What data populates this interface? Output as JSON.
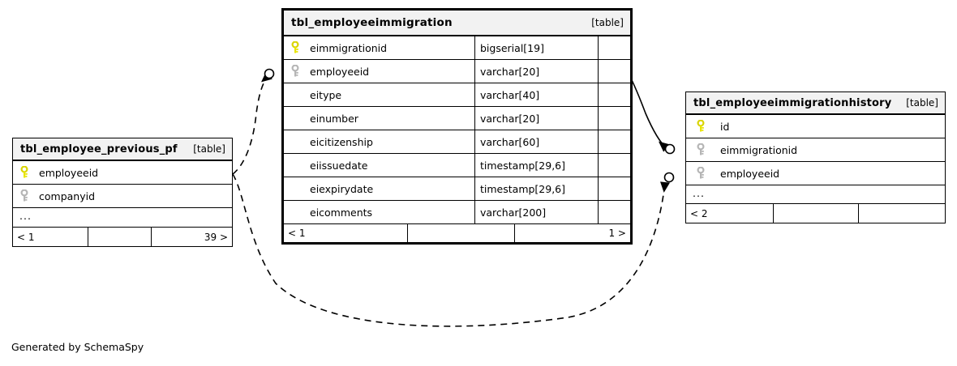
{
  "diagram": {
    "tool": "SchemaSpy",
    "footer_note": "Generated by SchemaSpy",
    "table_tag": "[table]",
    "ellipsis": "...",
    "colors": {
      "primary_key": "#e8e400",
      "foreign_key": "#b5b5b5",
      "header_bg": "#f2f2f2",
      "border": "#000000",
      "background": "#ffffff"
    }
  },
  "tables": [
    {
      "id": "tbl_employee_previous_pf",
      "name": "tbl_employee_previous_pf",
      "tag": "[table]",
      "emphasis": false,
      "columns": [
        {
          "key": "primary-key-icon",
          "name": "employeeid",
          "type": ""
        },
        {
          "key": "foreign-key-icon",
          "name": "companyid",
          "type": ""
        }
      ],
      "has_ellipsis_row": true,
      "footer": {
        "left": "< 1",
        "middle": "",
        "right": "39 >"
      }
    },
    {
      "id": "tbl_employeeimmigration",
      "name": "tbl_employeeimmigration",
      "tag": "[table]",
      "emphasis": true,
      "columns": [
        {
          "key": "primary-key-icon",
          "name": "eimmigrationid",
          "type": "bigserial[19]"
        },
        {
          "key": "foreign-key-icon",
          "name": "employeeid",
          "type": "varchar[20]"
        },
        {
          "key": "none",
          "name": "eitype",
          "type": "varchar[40]"
        },
        {
          "key": "none",
          "name": "einumber",
          "type": "varchar[20]"
        },
        {
          "key": "none",
          "name": "eicitizenship",
          "type": "varchar[60]"
        },
        {
          "key": "none",
          "name": "eiissuedate",
          "type": "timestamp[29,6]"
        },
        {
          "key": "none",
          "name": "eiexpirydate",
          "type": "timestamp[29,6]"
        },
        {
          "key": "none",
          "name": "eicomments",
          "type": "varchar[200]"
        }
      ],
      "has_ellipsis_row": false,
      "footer": {
        "left": "< 1",
        "middle": "",
        "right": "1 >"
      }
    },
    {
      "id": "tbl_employeeimmigrationhistory",
      "name": "tbl_employeeimmigrationhistory",
      "tag": "[table]",
      "emphasis": false,
      "columns": [
        {
          "key": "primary-key-icon",
          "name": "id",
          "type": ""
        },
        {
          "key": "foreign-key-icon",
          "name": "eimmigrationid",
          "type": ""
        },
        {
          "key": "foreign-key-icon",
          "name": "employeeid",
          "type": ""
        }
      ],
      "has_ellipsis_row": true,
      "footer": {
        "left": "< 2",
        "middle": "",
        "right": ""
      }
    }
  ],
  "relationships": [
    {
      "id": "rel-prevpf-to-immigration-employeeid",
      "from": "tbl_employee_previous_pf",
      "to": "tbl_employeeimmigration",
      "style": "dashed"
    },
    {
      "id": "rel-immigration-to-history-eimmigrationid",
      "from": "tbl_employeeimmigration",
      "to": "tbl_employeeimmigrationhistory",
      "style": "solid"
    },
    {
      "id": "rel-prevpf-to-history-employeeid",
      "from": "tbl_employee_previous_pf",
      "to": "tbl_employeeimmigrationhistory",
      "style": "dashed"
    }
  ]
}
